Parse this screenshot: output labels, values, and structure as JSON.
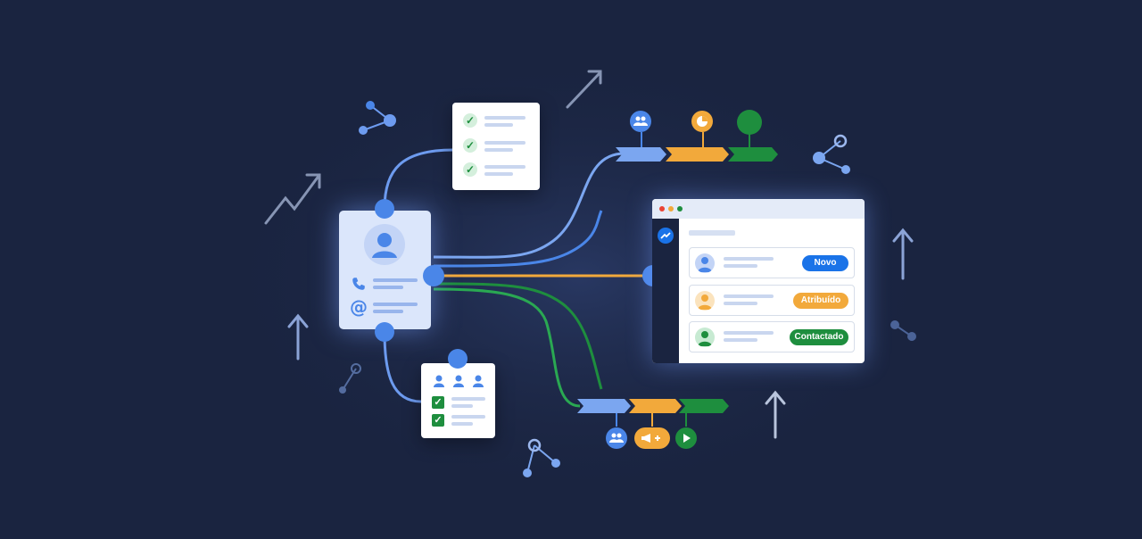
{
  "colors": {
    "background": "#1a2440",
    "blue": "#4a86e8",
    "light_blue": "#7ba6f0",
    "orange": "#f2a93b",
    "green": "#1e8e3e",
    "card": "#ffffff",
    "contact_card": "#dbe6fb"
  },
  "lead_list": {
    "items": [
      {
        "status": "Novo",
        "color": "#1a73e8",
        "avatar_color": "#4a86e8"
      },
      {
        "status": "Atribuído",
        "color": "#f2a93b",
        "avatar_color": "#f2a93b"
      },
      {
        "status": "Contactado",
        "color": "#1e8e3e",
        "avatar_color": "#1e8e3e"
      }
    ]
  },
  "icons": {
    "contact_avatar": "person-icon",
    "phone": "phone-icon",
    "email": "at-sign-icon",
    "checklist": "checklist-icon",
    "team": "group-icon",
    "chart": "pie-chart-icon",
    "campaign": "megaphone-icon",
    "play": "play-icon",
    "trend": "trend-up-icon",
    "share": "share-nodes-icon"
  }
}
